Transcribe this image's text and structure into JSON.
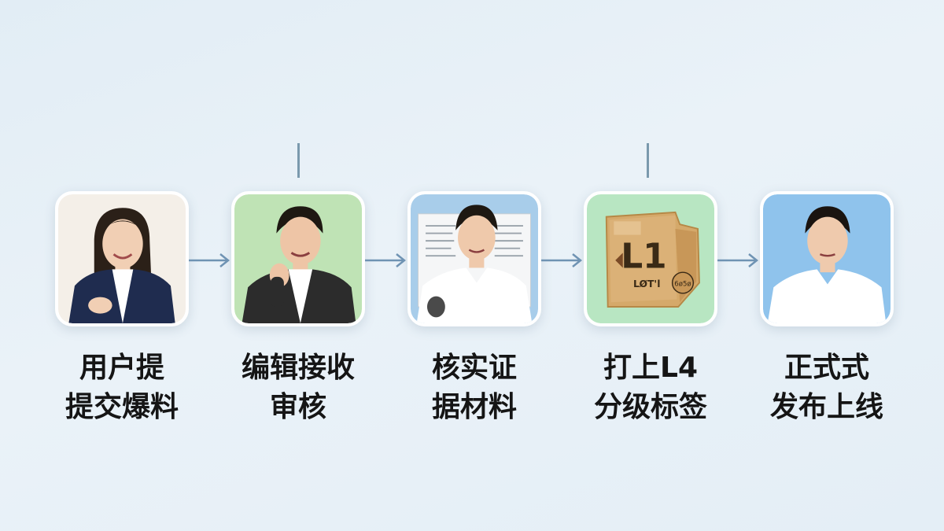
{
  "steps": [
    {
      "line1": "用户提",
      "line2": "提交爆料",
      "bg": "#f4efe8"
    },
    {
      "line1": "编辑接收",
      "line2": "审核",
      "bg": "#bfe3b5"
    },
    {
      "line1": "核实证",
      "line2": "据材料",
      "bg": "#a8cdea"
    },
    {
      "line1": "打上L4",
      "line2": "分级标签",
      "bg": "#b8e6c2"
    },
    {
      "line1": "正式式",
      "line2": "发布上线",
      "bg": "#8fc3ec"
    }
  ],
  "card3_icon": {
    "big_text": "L1",
    "small_text": "LØT'l",
    "badge_text": "6ø5ø"
  },
  "colors": {
    "arrow": "#6f93b3",
    "tick": "#7a99ad",
    "label": "#151515"
  }
}
